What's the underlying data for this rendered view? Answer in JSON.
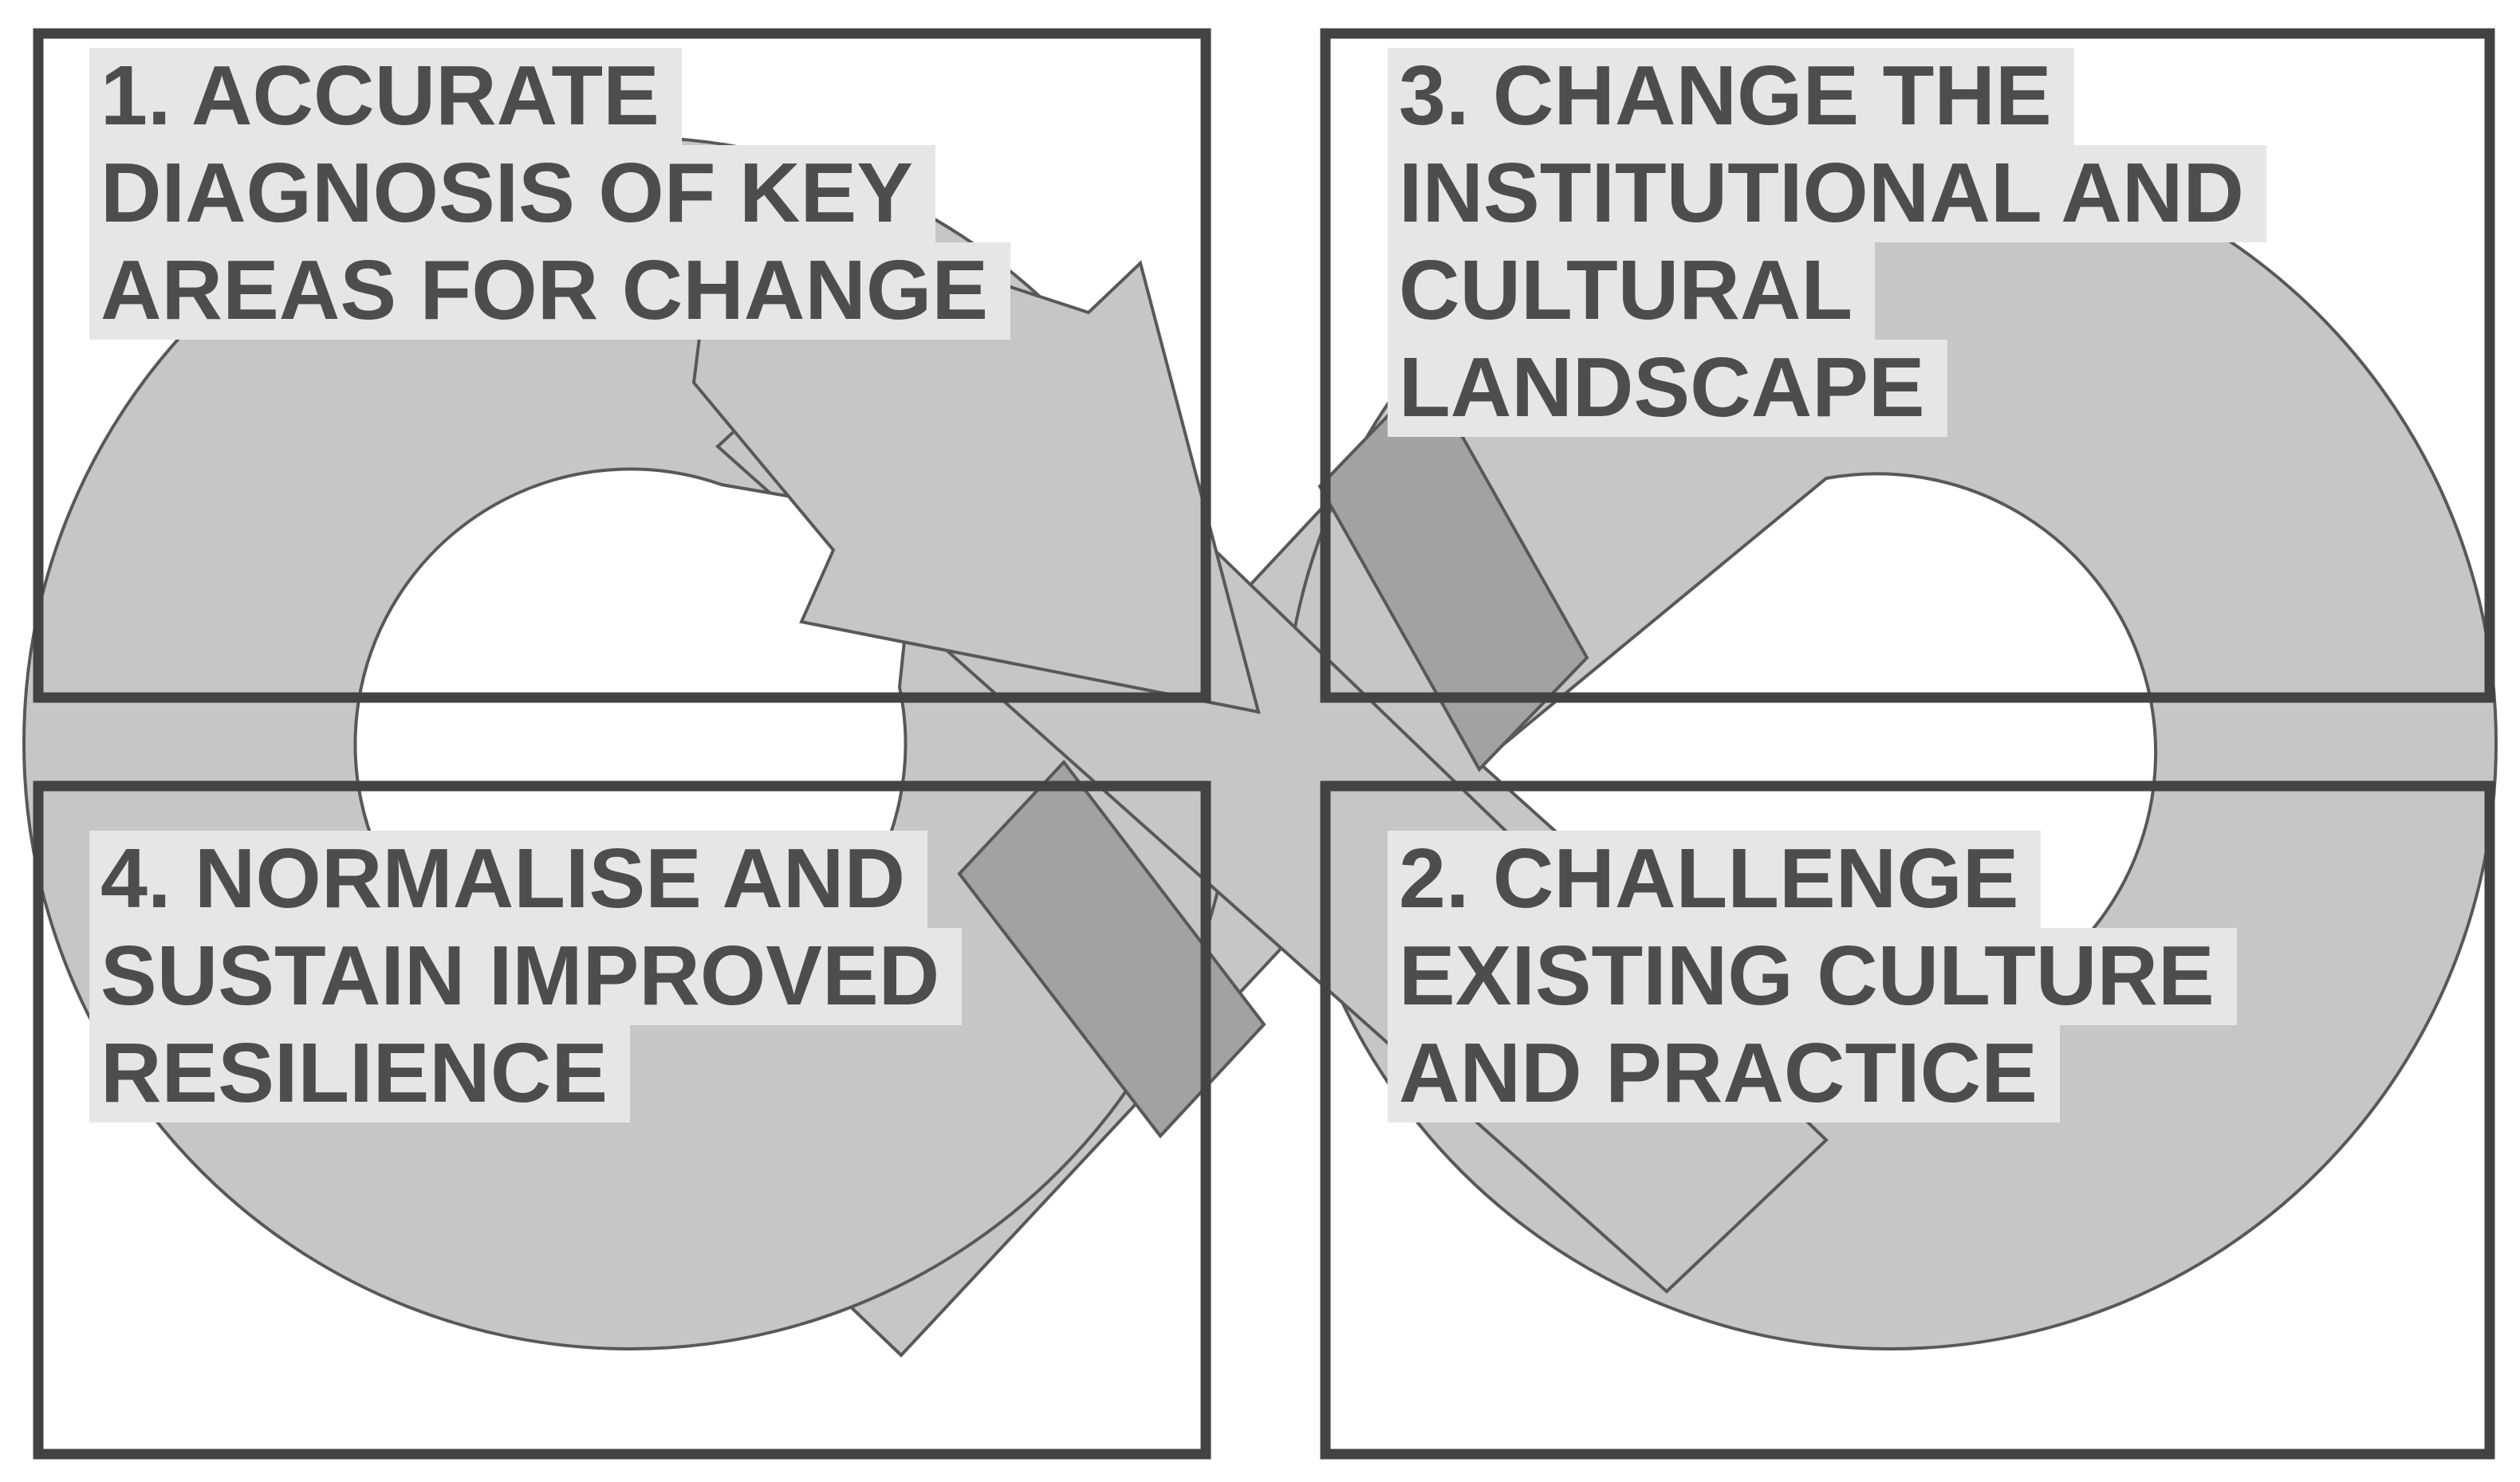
{
  "diagram": {
    "type": "infinity-loop-cycle",
    "description": "Figure-eight looping ribbon with arrowhead weaving through four numbered quadrant boxes",
    "flow_order": [
      "1",
      "2",
      "3",
      "4"
    ]
  },
  "quadrants": [
    {
      "id": "1",
      "position": "top-left",
      "lines": [
        "1. ACCURATE",
        "DIAGNOSIS OF KEY",
        "AREAS FOR CHANGE",
        ""
      ]
    },
    {
      "id": "2",
      "position": "bottom-right",
      "lines": [
        "2. CHALLENGE",
        "EXISTING CULTURE",
        "AND PRACTICE",
        ""
      ]
    },
    {
      "id": "3",
      "position": "top-right",
      "lines": [
        "3. CHANGE THE",
        "INSTITUTIONAL AND",
        "CULTURAL",
        "LANDSCAPE"
      ]
    },
    {
      "id": "4",
      "position": "bottom-left",
      "lines": [
        "4. NORMALISE AND",
        "SUSTAIN IMPROVED",
        "RESILIENCE",
        ""
      ]
    }
  ],
  "colors": {
    "background": "#ffffff",
    "ribbon": "#c6c6c6",
    "ribbon_overlap": "#a2a2a2",
    "outline": "#585858",
    "box_border": "#434343",
    "text": "#4d4d4d",
    "label_bg": "#e6e6e6"
  }
}
